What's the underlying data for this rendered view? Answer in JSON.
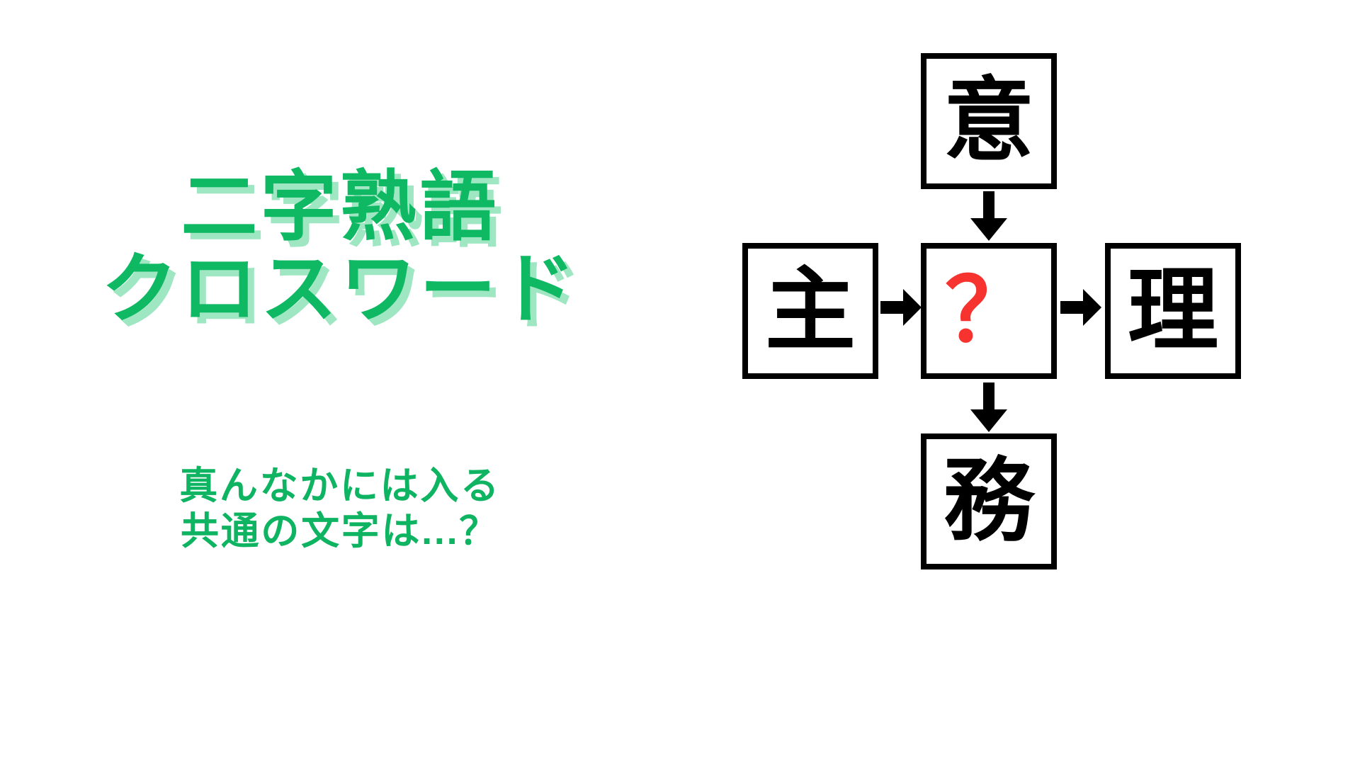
{
  "colors": {
    "title_green": "#0FB862",
    "title_shadow_green": "#9FE6C2",
    "subtitle_green": "#0EB461",
    "cell_border": "#000000",
    "unknown_red": "#F7332F",
    "background": "#FFFFFF",
    "arrow": "#000000"
  },
  "title": {
    "line1": "二字熟語",
    "line2": "クロスワード"
  },
  "subtitle": {
    "line1": "真んなかには入る",
    "line2": "共通の文字は...？"
  },
  "puzzle": {
    "cells": {
      "top": "意",
      "left": "主",
      "center": "？",
      "right": "理",
      "bottom": "務"
    },
    "arrows": [
      {
        "name": "top-to-center",
        "direction": "down"
      },
      {
        "name": "left-to-center",
        "direction": "right"
      },
      {
        "name": "center-to-right",
        "direction": "right"
      },
      {
        "name": "center-to-bottom",
        "direction": "down"
      }
    ]
  }
}
